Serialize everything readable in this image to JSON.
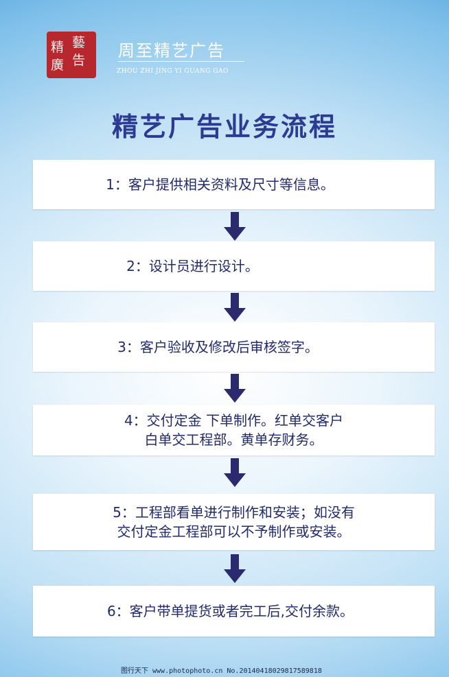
{
  "header": {
    "seal_chars": [
      "精",
      "藝",
      "廣",
      "告"
    ],
    "brand_cn": "周至精艺广告",
    "brand_en": "ZHOU ZHI JING YI GUANG GAO"
  },
  "title": "精艺广告业务流程",
  "steps": [
    {
      "lines": [
        "1：客户提供相关资料及尺寸等信息。"
      ]
    },
    {
      "lines": [
        "2：设计员进行设计。"
      ]
    },
    {
      "lines": [
        "3：客户验收及修改后审核签字。"
      ]
    },
    {
      "lines": [
        "4：交付定金 下单制作。红单交客户",
        "白单交工程部。黄单存财务。"
      ]
    },
    {
      "lines": [
        "5：工程部看单进行制作和安装；如没有",
        "交付定金工程部可以不予制作或安装。"
      ]
    },
    {
      "lines": [
        "6：客户带单提货或者完工后,交付余款。"
      ]
    }
  ],
  "watermark": "图行天下 www.photophoto.cn No.20140418029817589818",
  "colors": {
    "title": "#2c3a93",
    "arrow": "#2b2a6e",
    "seal": "#b7282e",
    "step_text": "#222a6b"
  }
}
